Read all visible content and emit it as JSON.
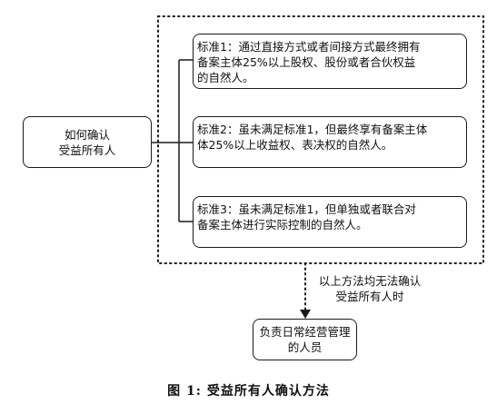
{
  "diagram": {
    "root_node": "如何确认\n受益所有人",
    "criteria": [
      "标准1：通过直接方式或者间接方式最终拥有\n备案主体25%以上股权、股份或者合伙权益\n的自然人。",
      "标准2：虽未满足标准1，但最终享有备案主体\n体25%以上收益权、表决权的自然人。",
      "标准3：虽未满足标准1，但单独或者联合对\n备案主体进行实际控制的自然人。"
    ],
    "fallback_edge_label": "以上方法均无法确认\n受益所有人时",
    "fallback_node": "负责日常经营管理\n的人员"
  },
  "caption": "图 1:  受益所有人确认方法"
}
